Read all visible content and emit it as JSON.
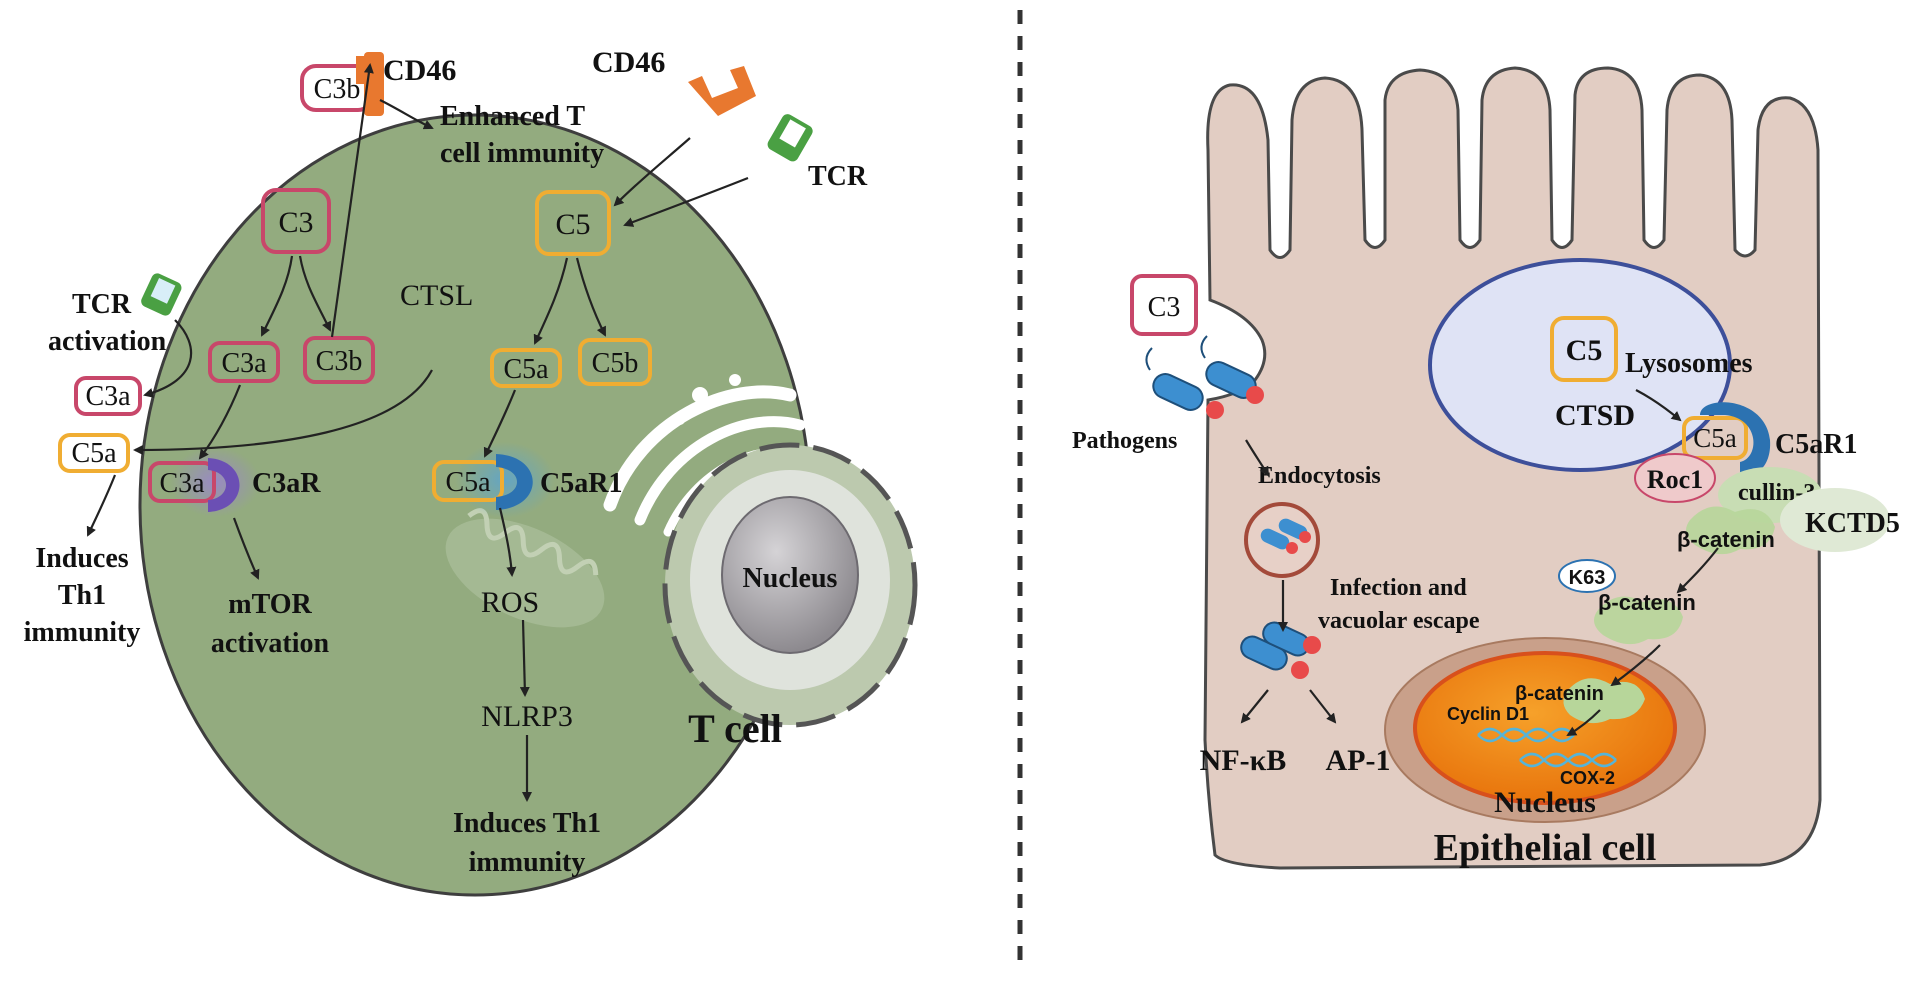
{
  "colors": {
    "tcell_fill": "#93ab7f",
    "tcell_stroke": "#3e3e3e",
    "epi_fill": "#e2cdc3",
    "epi_stroke": "#4a4a4a",
    "c3_box": "#c8476a",
    "c5_box": "#f0ad32",
    "lysosome_fill": "#dfe3f5",
    "lysosome_stroke": "#3d4f9a",
    "cd46": "#e8782f",
    "tcr": "#4aa043",
    "receptor_blue": "#2c72b1",
    "receptor_purple": "#7a5bbf",
    "nucleus_orange": "#f08a1a",
    "beta_catenin": "#b7d69a",
    "arrow": "#222222"
  },
  "tcell": {
    "label": "T cell",
    "nucleus_label": "Nucleus",
    "boxes": {
      "c3": "C3",
      "c3a": "C3a",
      "c3b_inner": "C3b",
      "c3b_surface": "C3b",
      "c5": "C5",
      "c5a": "C5a",
      "c5b": "C5b",
      "c3a_out": "C3a",
      "c5a_out": "C5a",
      "c3a_bound": "C3a",
      "c5a_bound": "C5a"
    },
    "labels": {
      "cd46_left": "CD46",
      "cd46_right": "CD46",
      "enhanced_1": "Enhanced T",
      "enhanced_2": "cell immunity",
      "tcr_right": "TCR",
      "tcr_act_1": "TCR",
      "tcr_act_2": "activation",
      "ctsl": "CTSL",
      "c3ar": "C3aR",
      "c5ar1": "C5aR1",
      "mtor_1": "mTOR",
      "mtor_2": "activation",
      "ros": "ROS",
      "nlrp3": "NLRP3",
      "th1_in_1": "Induces Th1",
      "th1_in_2": "immunity",
      "th1_out_1": "Induces",
      "th1_out_2": "Th1",
      "th1_out_3": "immunity"
    }
  },
  "epithelial": {
    "label": "Epithelial cell",
    "nucleus_label": "Nucleus",
    "boxes": {
      "c3": "C3",
      "c5": "C5",
      "c5a": "C5a"
    },
    "labels": {
      "lysosomes": "Lysosomes",
      "ctsd": "CTSD",
      "c5ar1": "C5aR1",
      "roc1": "Roc1",
      "cullin3": "cullin-3",
      "kctd5": "KCTD5",
      "beta_catenin_1": "β-catenin",
      "k63": "K63",
      "beta_catenin_2": "β-catenin",
      "beta_catenin_3": "β-catenin",
      "cyclin_d1": "Cyclin D1",
      "cox2": "COX-2",
      "pathogens": "Pathogens",
      "endocytosis": "Endocytosis",
      "infection_1": "Infection and",
      "infection_2": "vacuolar escape",
      "nfkb": "NF-κB",
      "ap1": "AP-1"
    }
  }
}
